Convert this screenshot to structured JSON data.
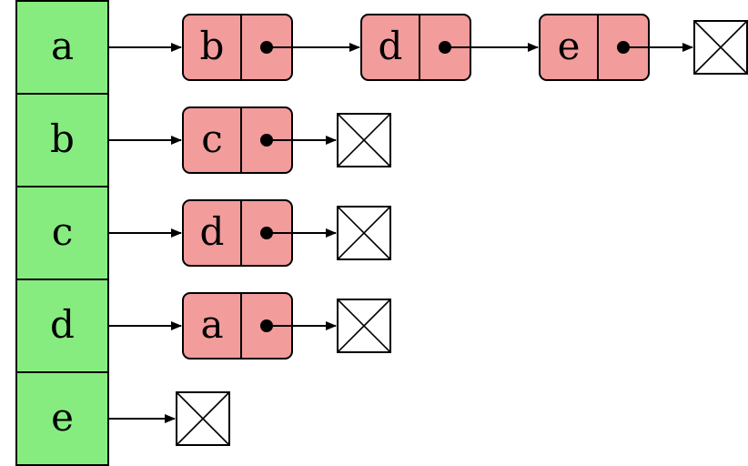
{
  "vertices": [
    "a",
    "b",
    "c",
    "d",
    "e"
  ],
  "adjacency": [
    [
      "b",
      "d",
      "e"
    ],
    [
      "c"
    ],
    [
      "d"
    ],
    [
      "a"
    ],
    []
  ],
  "colors": {
    "vertex_fill": "#87ec80",
    "node_fill": "#f29c9c",
    "stroke": "#000000"
  }
}
